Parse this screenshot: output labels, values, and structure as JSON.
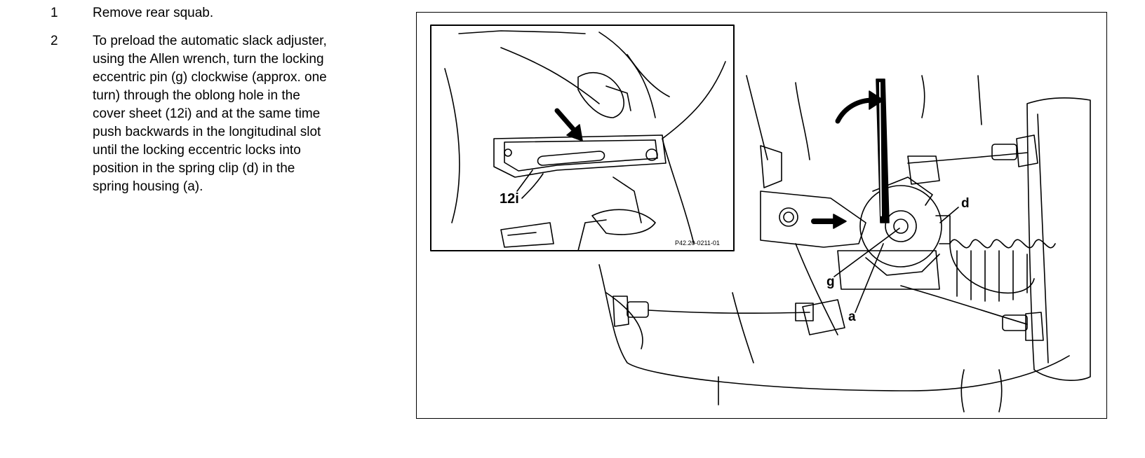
{
  "steps": [
    {
      "number": "1",
      "text": "Remove rear squab."
    },
    {
      "number": "2",
      "text": "To preload the automatic slack adjuster,\nusing the Allen wrench, turn the locking\neccentric pin (g) clockwise (approx. one\nturn) through the oblong hole in the\ncover sheet (12i) and at the same time\npush backwards in the longitudinal slot\nuntil the locking eccentric locks into\nposition in the spring clip (d) in the\nspring housing (a)."
    }
  ],
  "figure": {
    "labels": {
      "inset_part": "12i",
      "spring_clip": "d",
      "eccentric_pin": "g",
      "spring_housing": "a"
    },
    "figure_code": "P42.20-0211-01"
  }
}
